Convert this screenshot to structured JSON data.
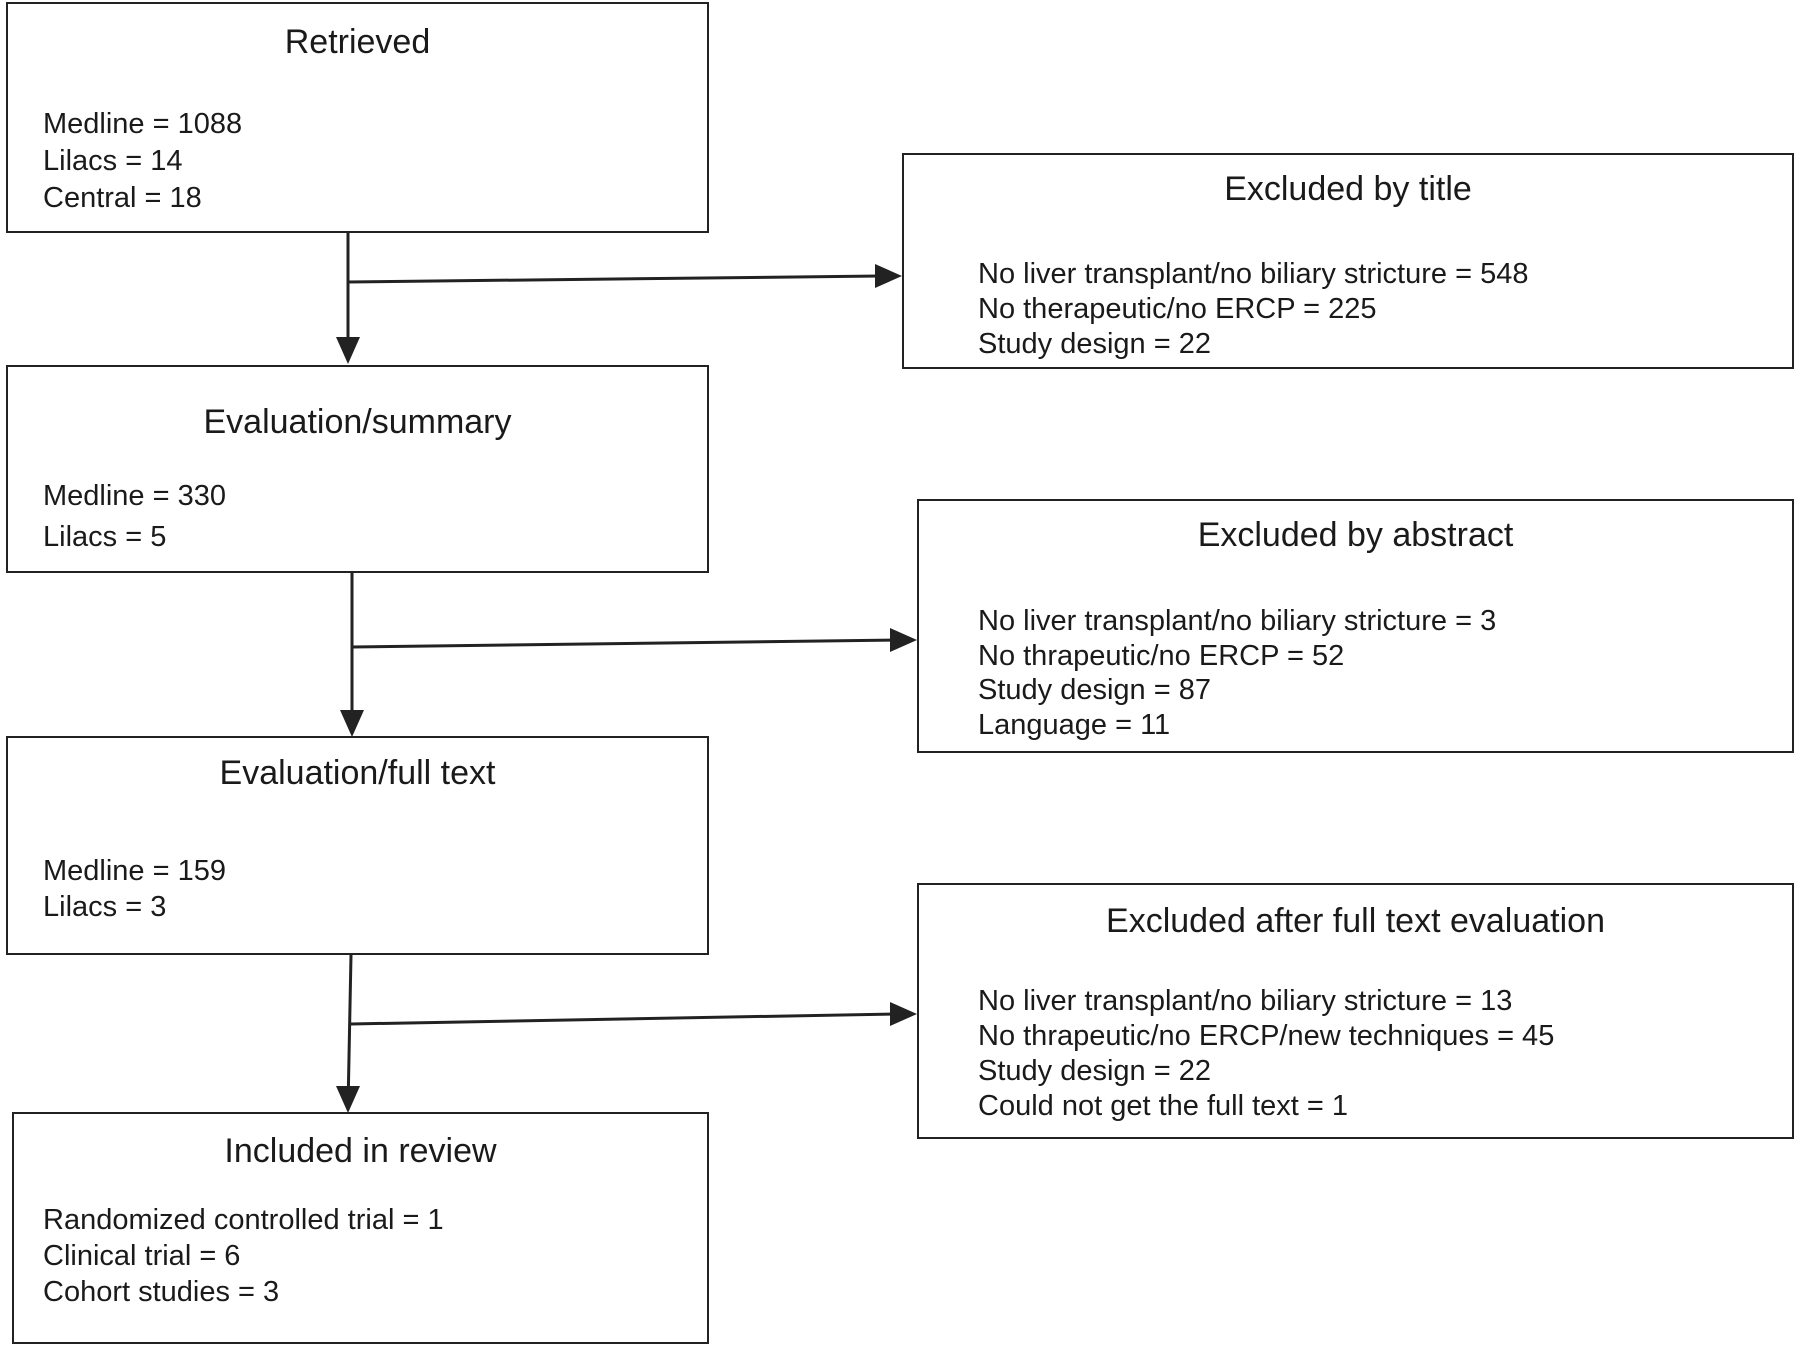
{
  "flow": {
    "retrieved": {
      "title": "Retrieved",
      "lines": [
        "Medline = 1088",
        "Lilacs = 14",
        "Central = 18"
      ]
    },
    "evaluation_summary": {
      "title": "Evaluation/summary",
      "lines": [
        "Medline = 330",
        "Lilacs = 5"
      ]
    },
    "evaluation_fulltext": {
      "title": "Evaluation/full text",
      "lines": [
        "Medline = 159",
        "Lilacs = 3"
      ]
    },
    "included": {
      "title": "Included in review",
      "lines": [
        "Randomized controlled trial = 1",
        "Clinical trial = 6",
        "Cohort studies = 3"
      ]
    }
  },
  "exclusions": {
    "by_title": {
      "title": "Excluded by title",
      "lines": [
        "No liver transplant/no biliary stricture = 548",
        "No therapeutic/no ERCP = 225",
        "Study design = 22"
      ]
    },
    "by_abstract": {
      "title": "Excluded by abstract",
      "lines": [
        "No liver transplant/no biliary stricture = 3",
        "No thrapeutic/no ERCP = 52",
        "Study design = 87",
        "Language = 11"
      ]
    },
    "after_fulltext": {
      "title": "Excluded after full text evaluation",
      "lines": [
        "No liver transplant/no biliary stricture = 13",
        "No thrapeutic/no ERCP/new techniques = 45",
        "Study design = 22",
        "Could not get the full text = 1"
      ]
    }
  },
  "style": {
    "line_color": "#222222",
    "text_color": "#1a1a1a"
  }
}
